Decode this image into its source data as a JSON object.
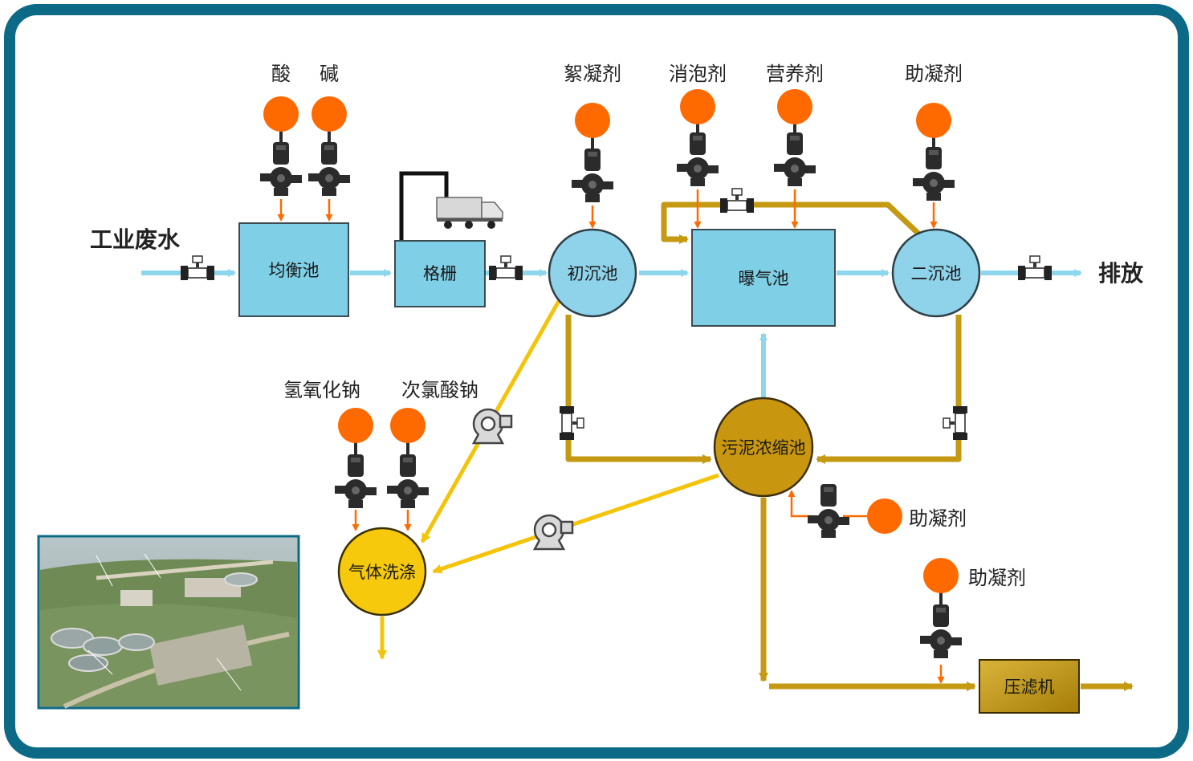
{
  "labels": {
    "input": "工业废水",
    "output": "排放",
    "acid": "酸",
    "base": "碱",
    "flocculant": "絮凝剂",
    "defoamer": "消泡剂",
    "nutrient": "营养剂",
    "coagulant_aid": "助凝剂",
    "naoh": "氢氧化钠",
    "naclo": "次氯酸钠",
    "coagulant_aid_thickener": "助凝剂",
    "coagulant_aid_press": "助凝剂"
  },
  "nodes": {
    "equalization": "均衡池",
    "screen": "格栅",
    "primary_clarifier": "初沉池",
    "aeration": "曝气池",
    "secondary_clarifier": "二沉池",
    "sludge_thickener": "污泥浓缩池",
    "gas_scrubber": "气体洗涤",
    "filter_press": "压滤机"
  },
  "colors": {
    "frame": "#0d6a86",
    "water": "#8ed6ee",
    "water_box": "#7fcfe6",
    "sludge": "#c59a12",
    "sludge_node": "#c8960f",
    "gas": "#f4c40b",
    "gas_node": "#f7c90c",
    "dosing": "#ff6a00",
    "pump": "#2b2b2b"
  },
  "icons": {
    "valve": "valve-icon",
    "dosing_pump": "dosing-pump-icon",
    "blower": "blower-icon",
    "truck": "truck-icon",
    "photo": "plant-aerial-photo"
  }
}
